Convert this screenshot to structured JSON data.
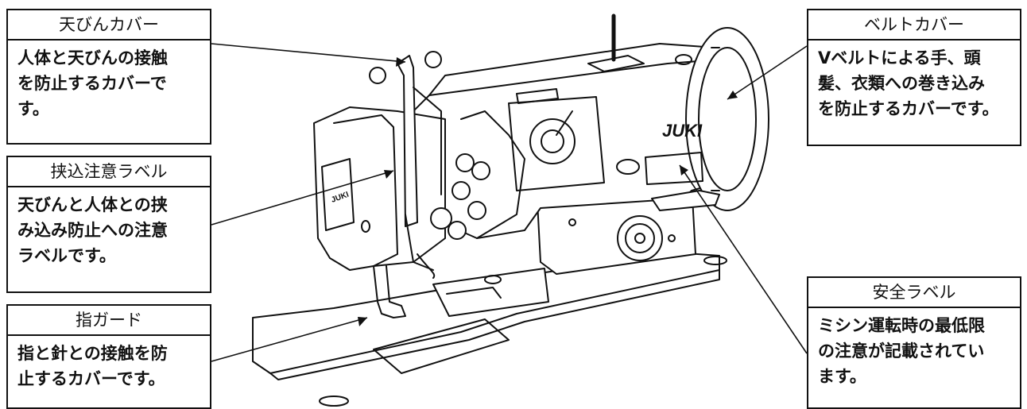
{
  "callouts": {
    "tenbin": {
      "title": "天びんカバー",
      "desc": "人体と天びんの接触\nを防止するカバーで\nす。"
    },
    "hasami": {
      "title": "挟込注意ラベル",
      "desc": "天びんと人体との挟\nみ込み防止への注意\nラベルです。"
    },
    "yubi": {
      "title": "指ガード",
      "desc": "指と針との接触を防\n止するカバーです。"
    },
    "belt": {
      "title": "ベルトカバー",
      "desc": "Vベルトによる手、頭\n髪、衣類への巻き込み\nを防止するカバーです。"
    },
    "anzen": {
      "title": "安全ラベル",
      "desc": "ミシン運転時の最低限\nの注意が記載されてい\nます。"
    }
  },
  "machine": {
    "brand": "JUKI",
    "head_brand": "JUKI"
  }
}
